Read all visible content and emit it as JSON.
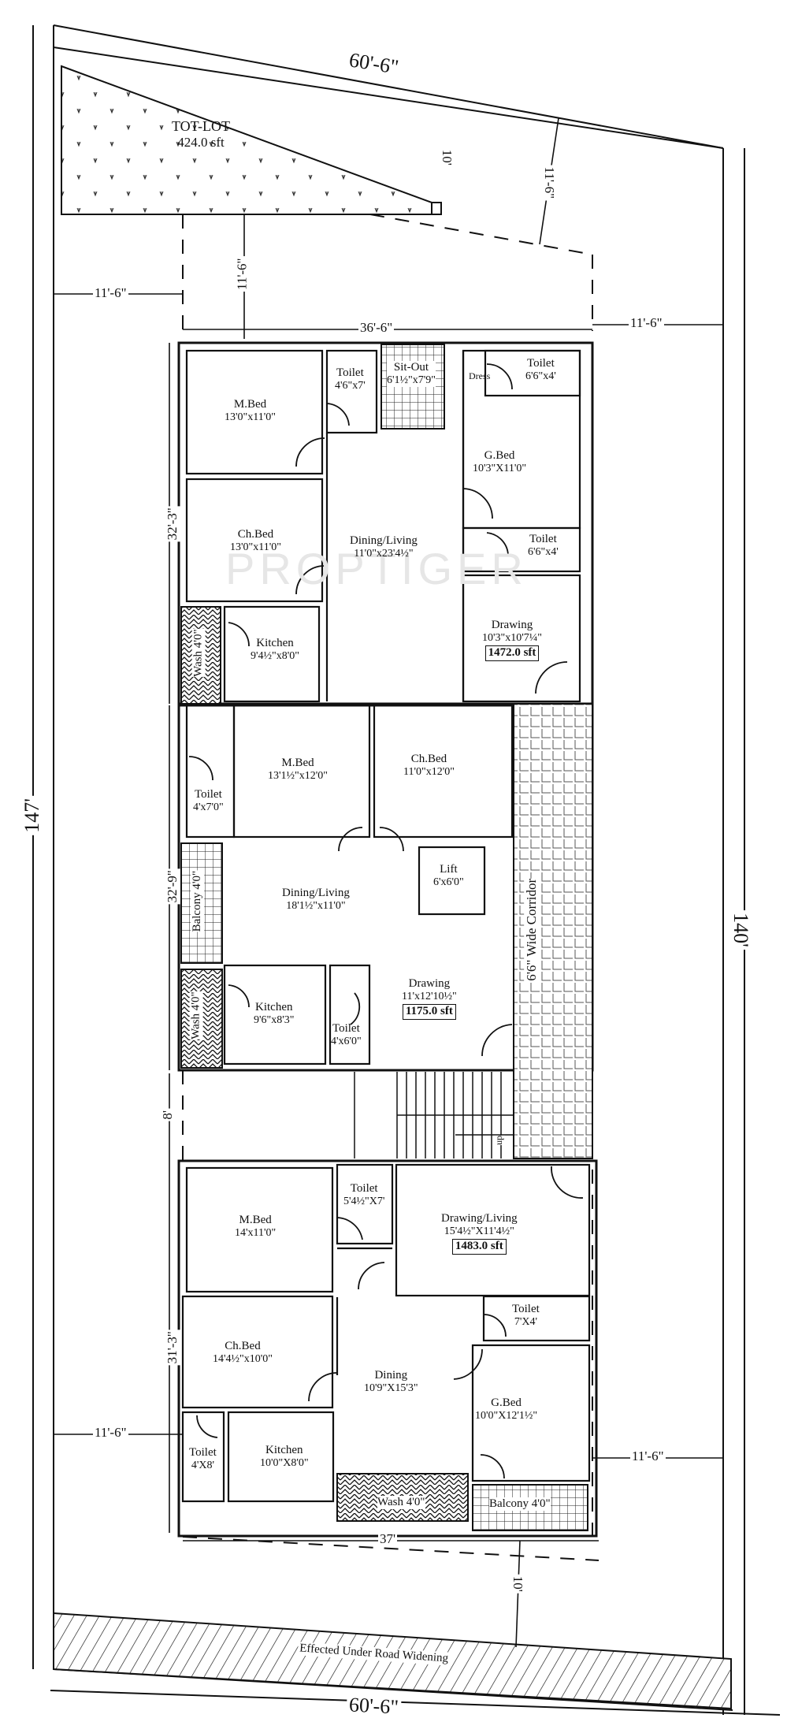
{
  "plot": {
    "front_width": "60'-6\"",
    "rear_width": "60'-6\"",
    "left_depth": "147'",
    "right_depth": "140'",
    "front_setback": "10'",
    "rear_setback_building": "11'-6\"",
    "rear_setback_diagonal": "11'-6\"",
    "left_setback_top": "11'-6\"",
    "right_setback_top": "11'-6\"",
    "left_setback_bottom": "11'-6\"",
    "right_setback_bottom": "11'-6\"",
    "building_width_top": "36'-6\"",
    "building_width_bottom": "37'",
    "road_widening_label": "Effected Under Road Widening",
    "watermark": "PROPTIGER"
  },
  "tot_lot": {
    "name": "TOT-LOT",
    "area": "424.0 sft",
    "depth": "10'"
  },
  "unit1": {
    "height_dim": "32'-3\"",
    "total_area": "1472.0 sft",
    "rooms": {
      "mbed": {
        "name": "M.Bed",
        "dim": "13'0\"x11'0\""
      },
      "toilet1": {
        "name": "Toilet",
        "dim": "4'6\"x7'"
      },
      "sitout": {
        "name": "Sit-Out",
        "dim": "6'1½\"x7'9\""
      },
      "dress": {
        "name": "Dress"
      },
      "toilet2": {
        "name": "Toilet",
        "dim": "6'6\"x4'"
      },
      "gbed": {
        "name": "G.Bed",
        "dim": "10'3\"X11'0\""
      },
      "chbed": {
        "name": "Ch.Bed",
        "dim": "13'0\"x11'0\""
      },
      "dining": {
        "name": "Dining/Living",
        "dim": "11'0\"x23'4½\""
      },
      "toilet3": {
        "name": "Toilet",
        "dim": "6'6\"x4'"
      },
      "wash": {
        "name": "Wash 4'0\""
      },
      "kitchen": {
        "name": "Kitchen",
        "dim": "9'4½\"x8'0\""
      },
      "drawing": {
        "name": "Drawing",
        "dim": "10'3\"x10'7¼\""
      }
    }
  },
  "unit2": {
    "height_dim": "32'-9\"",
    "total_area": "1175.0 sft",
    "rooms": {
      "toilet1": {
        "name": "Toilet",
        "dim": "4'x7'0\""
      },
      "mbed": {
        "name": "M.Bed",
        "dim": "13'1½\"x12'0\""
      },
      "chbed": {
        "name": "Ch.Bed",
        "dim": "11'0\"x12'0\""
      },
      "balcony": {
        "name": "Balcony 4'0\""
      },
      "dining": {
        "name": "Dining/Living",
        "dim": "18'1½\"x11'0\""
      },
      "lift": {
        "name": "Lift",
        "dim": "6'x6'0\""
      },
      "wash": {
        "name": "Wash 4'0\""
      },
      "kitchen": {
        "name": "Kitchen",
        "dim": "9'6\"x8'3\""
      },
      "toilet2": {
        "name": "Toilet",
        "dim": "4'x6'0\""
      },
      "drawing": {
        "name": "Drawing",
        "dim": "11'x12'10½\""
      }
    },
    "corridor": "6'6\"  Wide Corridor"
  },
  "stair": {
    "height_dim": "8'",
    "up_label": "up"
  },
  "unit3": {
    "height_dim": "31'-3\"",
    "total_area": "1483.0 sft",
    "rooms": {
      "mbed": {
        "name": "M.Bed",
        "dim": "14'x11'0\""
      },
      "toilet1": {
        "name": "Toilet",
        "dim": "5'4½\"X7'"
      },
      "drawing": {
        "name": "Drawing/Living",
        "dim": "15'4½\"X11'4½\""
      },
      "toilet2": {
        "name": "Toilet",
        "dim": "7'X4'"
      },
      "chbed": {
        "name": "Ch.Bed",
        "dim": "14'4½\"x10'0\""
      },
      "dining": {
        "name": "Dining",
        "dim": "10'9\"X15'3\""
      },
      "gbed": {
        "name": "G.Bed",
        "dim": "10'0\"X12'1½\""
      },
      "toilet3": {
        "name": "Toilet",
        "dim": "4'X8'"
      },
      "kitchen": {
        "name": "Kitchen",
        "dim": "10'0\"X8'0\""
      },
      "wash": {
        "name": "Wash 4'0\""
      },
      "balcony": {
        "name": "Balcony 4'0\""
      }
    }
  }
}
